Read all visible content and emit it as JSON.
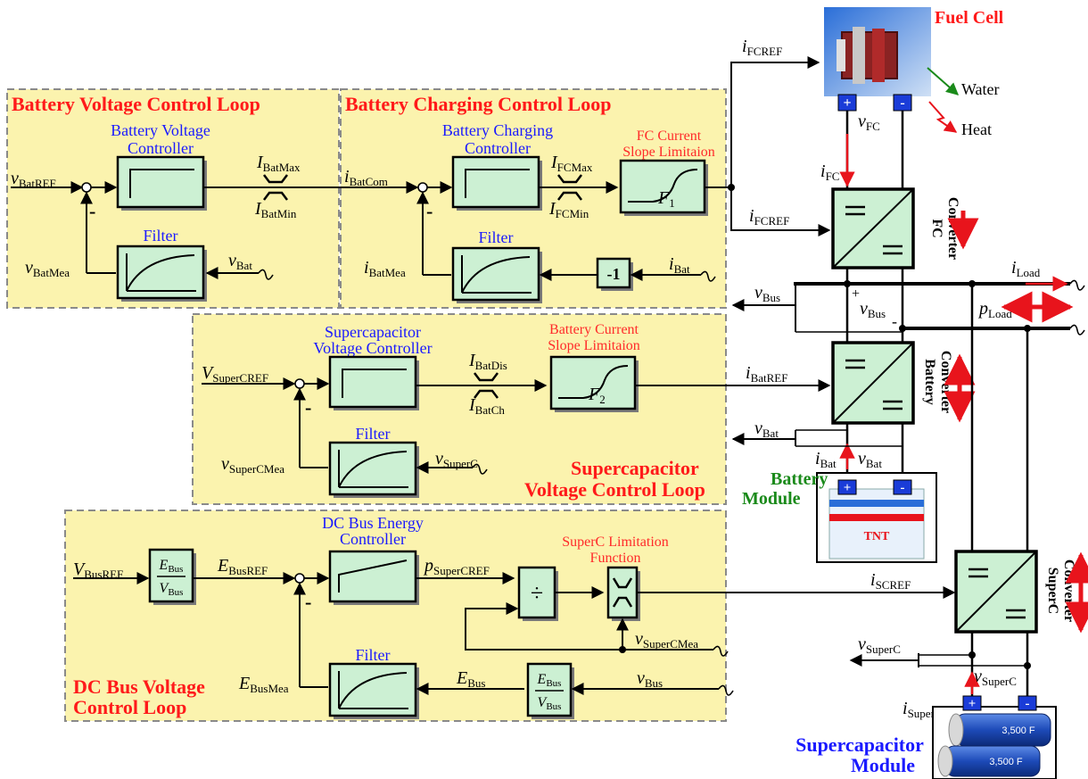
{
  "loops": {
    "battery_voltage": "Battery Voltage Control Loop",
    "battery_charging": "Battery Charging Control Loop",
    "supercap_voltage_1": "Supercapacitor",
    "supercap_voltage_2": "Voltage Control Loop",
    "dcbus_1": "DC Bus Voltage",
    "dcbus_2": "Control Loop"
  },
  "blocks": {
    "bv_ctrl_1": "Battery Voltage",
    "bv_ctrl_2": "Controller",
    "bc_ctrl_1": "Battery Charging",
    "bc_ctrl_2": "Controller",
    "fc_slope_1": "FC Current",
    "fc_slope_2": "Slope Limitaion",
    "filter": "Filter",
    "sc_ctrl_1": "Supercapacitor",
    "sc_ctrl_2": "Voltage Controller",
    "bat_slope_1": "Battery Current",
    "bat_slope_2": "Slope Limitaion",
    "dc_ctrl_1": "DC Bus Energy",
    "dc_ctrl_2": "Controller",
    "sc_lim_1": "SuperC Limitation",
    "sc_lim_2": "Function",
    "neg_one": "-1",
    "divide": "÷",
    "f1": "F",
    "f1_sub": "1",
    "f2": "F",
    "f2_sub": "2",
    "frac_num": "E",
    "frac_num_sub": "Bus",
    "frac_den": "V",
    "frac_den_sub": "Bus",
    "minus": "-"
  },
  "signals": {
    "v_batref": {
      "m": "v",
      "s": "BatREF"
    },
    "v_batmea": {
      "m": "v",
      "s": "BatMea"
    },
    "v_bat_in": {
      "m": "v",
      "s": "Bat"
    },
    "i_batmax": {
      "m": "I",
      "s": "BatMax"
    },
    "i_batmin": {
      "m": "I",
      "s": "BatMin"
    },
    "i_batcom": {
      "m": "i",
      "s": "BatCom"
    },
    "i_fcmax": {
      "m": "I",
      "s": "FCMax"
    },
    "i_fcmin": {
      "m": "I",
      "s": "FCMin"
    },
    "i_batmea": {
      "m": "i",
      "s": "BatMea"
    },
    "i_bat_in": {
      "m": "i",
      "s": "Bat"
    },
    "i_fcref_top": {
      "m": "i",
      "s": "FCREF"
    },
    "i_fcref": {
      "m": "i",
      "s": "FCREF"
    },
    "v_fc": {
      "m": "v",
      "s": "FC"
    },
    "i_fc": {
      "m": "i",
      "s": "FC"
    },
    "i_load": {
      "m": "i",
      "s": "Load"
    },
    "p_load": {
      "m": "p",
      "s": "Load"
    },
    "v_bus_out": {
      "m": "v",
      "s": "Bus"
    },
    "v_bus_meas": {
      "m": "v",
      "s": "Bus"
    },
    "v_supercref": {
      "m": "V",
      "s": "SuperCREF"
    },
    "i_batdis": {
      "m": "I",
      "s": "BatDis"
    },
    "i_batch": {
      "m": "I",
      "s": "BatCh"
    },
    "i_batref": {
      "m": "i",
      "s": "BatREF"
    },
    "v_bat_out": {
      "m": "v",
      "s": "Bat"
    },
    "i_bat": {
      "m": "i",
      "s": "Bat"
    },
    "v_bat": {
      "m": "v",
      "s": "Bat"
    },
    "v_supercmea": {
      "m": "v",
      "s": "SuperCMea"
    },
    "v_superc_in": {
      "m": "v",
      "s": "SuperC"
    },
    "v_busref": {
      "m": "V",
      "s": "BusREF"
    },
    "e_busref": {
      "m": "E",
      "s": "BusREF"
    },
    "p_supercref": {
      "m": "p",
      "s": "SuperCREF"
    },
    "i_scref": {
      "m": "i",
      "s": "SCREF"
    },
    "v_supercmea2": {
      "m": "v",
      "s": "SuperCMea"
    },
    "e_busmea": {
      "m": "E",
      "s": "BusMea"
    },
    "e_bus": {
      "m": "E",
      "s": "Bus"
    },
    "v_bus_in": {
      "m": "v",
      "s": "Bus"
    },
    "v_superc_out": {
      "m": "v",
      "s": "SuperC"
    },
    "v_superc": {
      "m": "v",
      "s": "SuperC"
    },
    "i_superc": {
      "m": "i",
      "s": "SuperC"
    }
  },
  "hardware": {
    "fuel_cell": "Fuel Cell",
    "water": "Water",
    "heat": "Heat",
    "fc_conv_1": "FC",
    "fc_conv_2": "Converter",
    "bat_conv_1": "Battery",
    "bat_conv_2": "Converter",
    "sc_conv_1": "SuperC",
    "sc_conv_2": "Converter",
    "bat_module_1": "Battery",
    "bat_module_2": "Module",
    "sc_module_1": "Supercapacitor",
    "sc_module_2": "Module",
    "cap_rating": "3,500 F",
    "plus": "+",
    "minus": "-",
    "battery_brand": "TNT"
  },
  "colors": {
    "region_fill": "#fbf3ae",
    "block_fill": "#ccf0d3",
    "title_red": "#ff1a1a",
    "title_blue": "#1a1aff",
    "module_green": "#1a8a1a",
    "arrow_red": "#e8141c"
  }
}
